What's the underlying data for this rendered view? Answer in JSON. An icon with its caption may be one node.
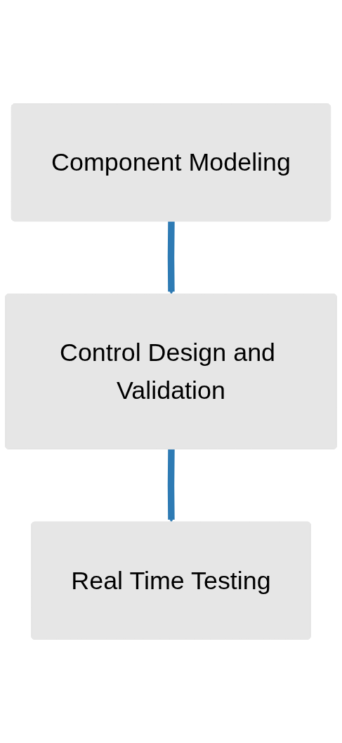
{
  "diagram": {
    "nodes": [
      {
        "text": [
          "Component Modeling"
        ]
      },
      {
        "text": [
          "Control Design and Validation"
        ]
      },
      {
        "text": [
          "Real Time Testing"
        ]
      }
    ],
    "edges": [
      {
        "from": 0,
        "to": 1,
        "arrow": "to"
      },
      {
        "from": 1,
        "to": 2,
        "arrow": "to"
      }
    ]
  }
}
